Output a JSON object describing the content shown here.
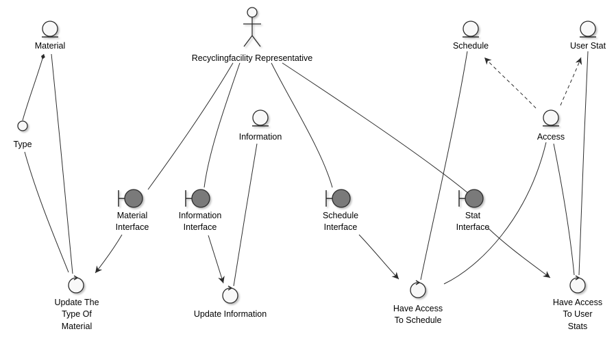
{
  "actor": {
    "label": "Recyclingfacility Representative"
  },
  "entities": {
    "material": "Material",
    "type": "Type",
    "information": "Information",
    "schedule": "Schedule",
    "user_stat": "User Stat",
    "access": "Access"
  },
  "boundaries": {
    "material_interface": [
      "Material",
      "Interface"
    ],
    "information_interface": [
      "Information",
      "Interface"
    ],
    "schedule_interface": [
      "Schedule",
      "Interface"
    ],
    "stat_interface": [
      "Stat",
      "Interface"
    ]
  },
  "controls": {
    "update_type": [
      "Update The",
      "Type Of",
      "Material"
    ],
    "update_information": [
      "Update Information"
    ],
    "have_access_schedule": [
      "Have Access",
      "To Schedule"
    ],
    "have_access_user_stats": [
      "Have Access",
      "To User",
      "Stats"
    ]
  },
  "colors": {
    "boundary_fill": "#7a7a7a",
    "node_fill": "#f8f8f8",
    "stroke": "#2b2b2b",
    "shadow": "#d0d0d0"
  }
}
